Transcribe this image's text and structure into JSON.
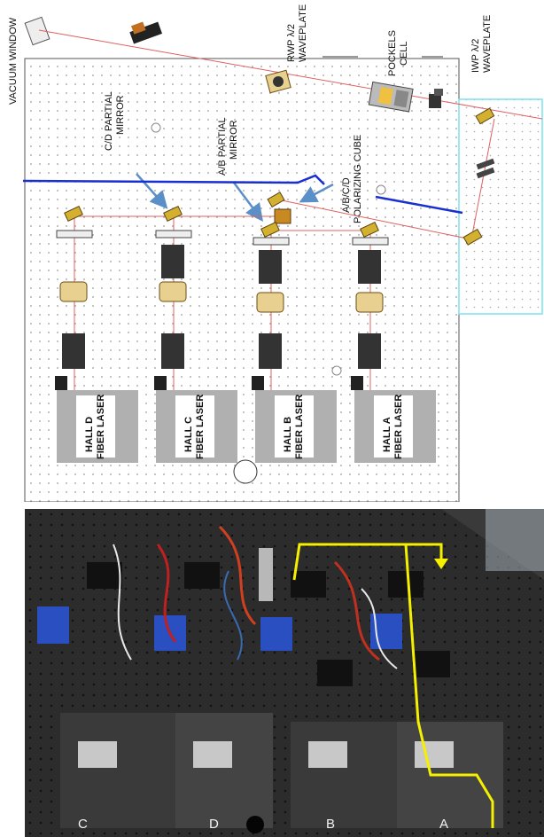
{
  "labels": {
    "vacuum_window": "VACUUM WINDOW",
    "rwp_line1": "RWP λ/2",
    "rwp_line2": "WAVEPLATE",
    "pockels_line1": "POCKELS",
    "pockels_line2": "CELL",
    "iwp_line1": "IWP λ/2",
    "iwp_line2": "WAVEPLATE",
    "cd_mirror_line1": "C/D PARTIAL",
    "cd_mirror_line2": "MIRROR",
    "ab_mirror_line1": "A/B PARTIAL",
    "ab_mirror_line2": "MIRROR",
    "cube_line1": "A/B/C/D",
    "cube_line2": "POLARIZING CUBE"
  },
  "lasers": [
    {
      "line1": "HALL D",
      "line2": "FIBER LASER"
    },
    {
      "line1": "HALL C",
      "line2": "FIBER LASER"
    },
    {
      "line1": "HALL B",
      "line2": "FIBER LASER"
    },
    {
      "line1": "HALL A",
      "line2": "FIBER LASER"
    }
  ],
  "photo_labels": {
    "c": "C",
    "d": "D",
    "b": "B",
    "a": "A"
  },
  "colors": {
    "beam": "#e06060",
    "blue_line": "#1a2fd0",
    "cyan_box": "#7fe0f0",
    "laser_box": "#b0b0b0",
    "arrow": "#5a8fc8",
    "yellow_path": "#f5f000"
  }
}
